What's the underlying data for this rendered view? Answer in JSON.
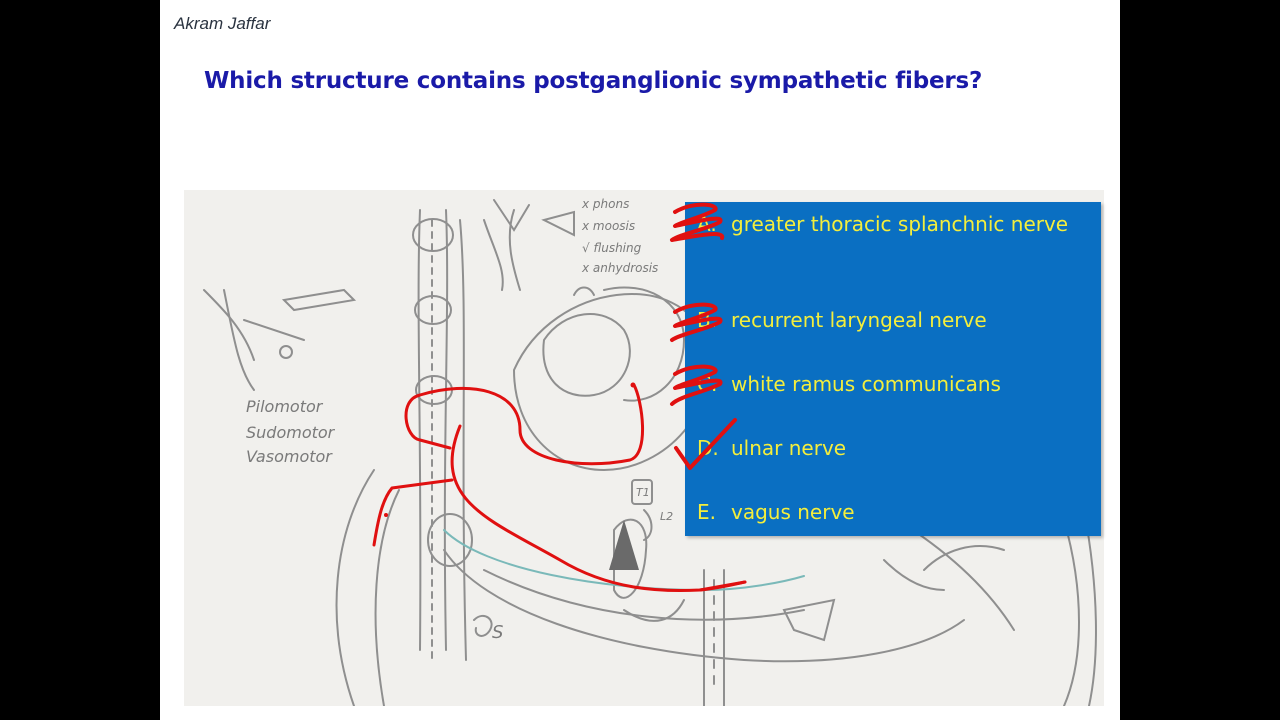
{
  "slide": {
    "author": "Akram Jaffar",
    "question": "Which structure contains postganglionic sympathetic fibers?"
  },
  "options": [
    {
      "letter": "A.",
      "text": "greater thoracic splanchnic nerve",
      "mark": "cross"
    },
    {
      "letter": "B.",
      "text": "recurrent laryngeal nerve",
      "mark": "cross"
    },
    {
      "letter": "C.",
      "text": "white ramus communicans",
      "mark": "cross"
    },
    {
      "letter": "D.",
      "text": "ulnar nerve",
      "mark": "check"
    },
    {
      "letter": "E.",
      "text": "vagus nerve",
      "mark": "none"
    }
  ],
  "figure": {
    "legend_items": [
      "x phons",
      "x moosis",
      "√ flushing",
      "x anhydrosis"
    ],
    "side_notes": [
      "Pilomotor",
      "Sudomotor",
      "Vasomotor"
    ],
    "letter_s": "S",
    "label_t1": "T1",
    "label_l2": "L2"
  },
  "colors": {
    "question": "#1a1aa8",
    "panel": "#0a6fc2",
    "option_text": "#f4ee3c",
    "annotation": "#e01010"
  }
}
